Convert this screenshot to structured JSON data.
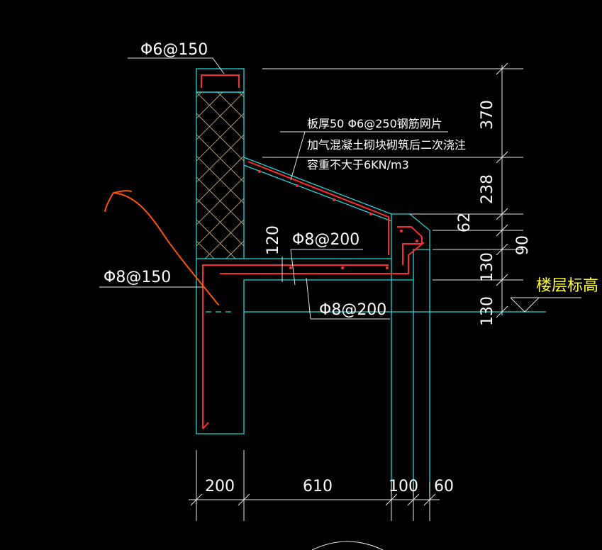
{
  "colors": {
    "background": "#000000",
    "outline": "#1fd7d7",
    "rebar": "#ff2a2a",
    "dimension": "#e8e8e8",
    "annotation_ink": "#ff5500",
    "level_label": "#ffff33",
    "hatch": "#c9a96a"
  },
  "labels": {
    "top_rebar": "Φ6@150",
    "note_line1": "板厚50 Φ6@250钢筋网片",
    "note_line2": "加气混凝土砌块砌筑后二次浇注",
    "note_line3": "容重不大于6KN/m3",
    "slab_top_rebar": "Φ8@200",
    "slab_bottom_rebar": "Φ8@200",
    "wall_rebar": "Φ8@150",
    "slab_thickness": "120",
    "floor_level": "楼层标高"
  },
  "dims_vertical": [
    "370",
    "238",
    "62",
    "90",
    "130",
    "130"
  ],
  "dims_horizontal": [
    "200",
    "610",
    "100",
    "60"
  ]
}
